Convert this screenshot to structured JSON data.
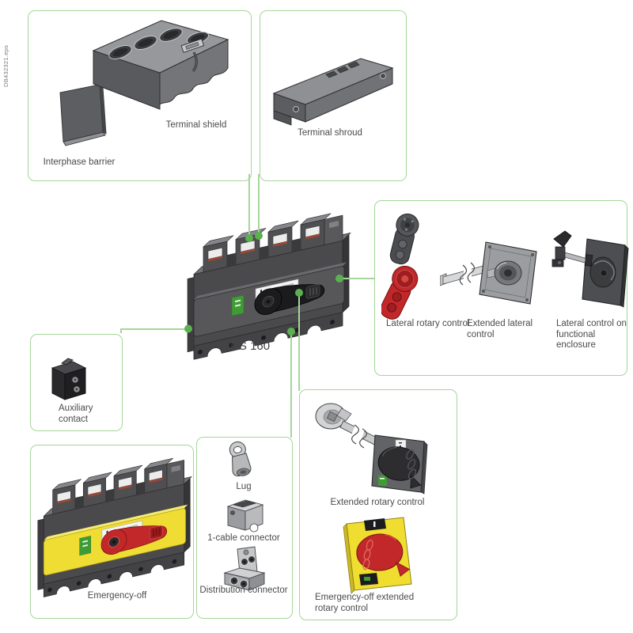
{
  "meta": {
    "watermark": "DB432321.eps"
  },
  "colors": {
    "box_border_green": "#a6d699",
    "connector_dot_green": "#5bb14f",
    "product_red": "#c2282a",
    "product_yellow": "#efdd33",
    "indicator_green": "#3f9c35",
    "label_color": "#4b4b4d"
  },
  "center": {
    "label": "INS 160"
  },
  "boxes": {
    "terminal_accessories": {
      "items": {
        "interphase_barrier": "Interphase barrier",
        "terminal_shield": "Terminal shield"
      }
    },
    "terminal_shroud": {
      "label": "Terminal shroud"
    },
    "lateral_controls": {
      "items": {
        "lateral_rotary": "Lateral rotary control",
        "extended_lateral": "Extended lateral control",
        "lateral_functional": "Lateral control on functional enclosure"
      }
    },
    "auxiliary_contact": {
      "label": "Auxiliary contact"
    },
    "emergency_off": {
      "label": "Emergency-off"
    },
    "connectors": {
      "items": {
        "lug": "Lug",
        "one_cable": "1-cable connector",
        "distribution": "Distribution connector"
      }
    },
    "rotary_controls": {
      "items": {
        "extended_rotary": "Extended rotary control",
        "emergency_off_extended": "Emergency-off extended rotary control"
      }
    }
  }
}
